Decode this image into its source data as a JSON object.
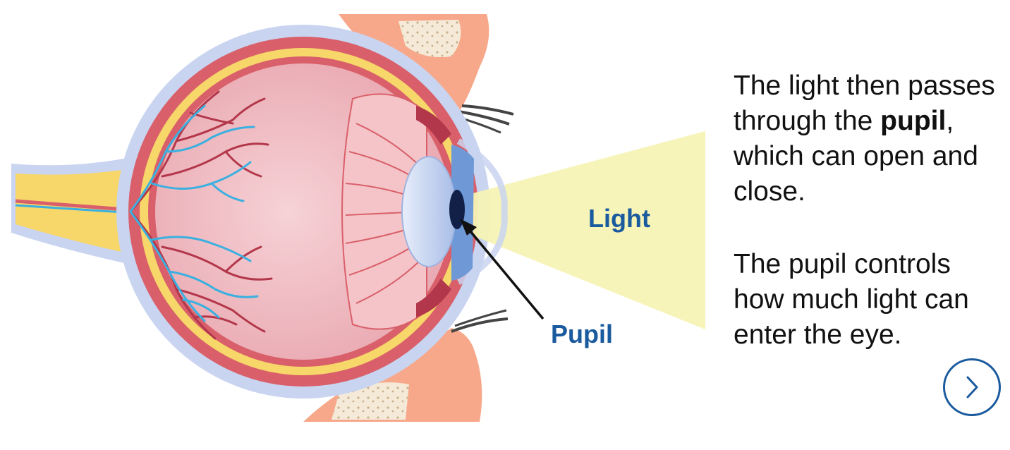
{
  "labels": {
    "light": "Light",
    "pupil": "Pupil"
  },
  "caption": {
    "p1_before": "The light then passes through the ",
    "p1_bold": "pupil",
    "p1_after": ", which can open and close.",
    "p2": "The pupil controls how much light can enter the eye."
  },
  "navigation": {
    "next_icon": "chevron-right-icon"
  },
  "colors": {
    "label_blue": "#1a5a9e",
    "light_beam": "#f5f3b4",
    "sclera_outer": "#c9d4f0",
    "choroid_yellow": "#f7d66a",
    "retina_red": "#d9606a",
    "vitreous_pink": "#eeb8bf",
    "artery": "#b3374a",
    "vein": "#3ab0e0",
    "iris_blue": "#6f99d6",
    "pupil_dark": "#122048",
    "eyelid_skin": "#f7a88a"
  }
}
